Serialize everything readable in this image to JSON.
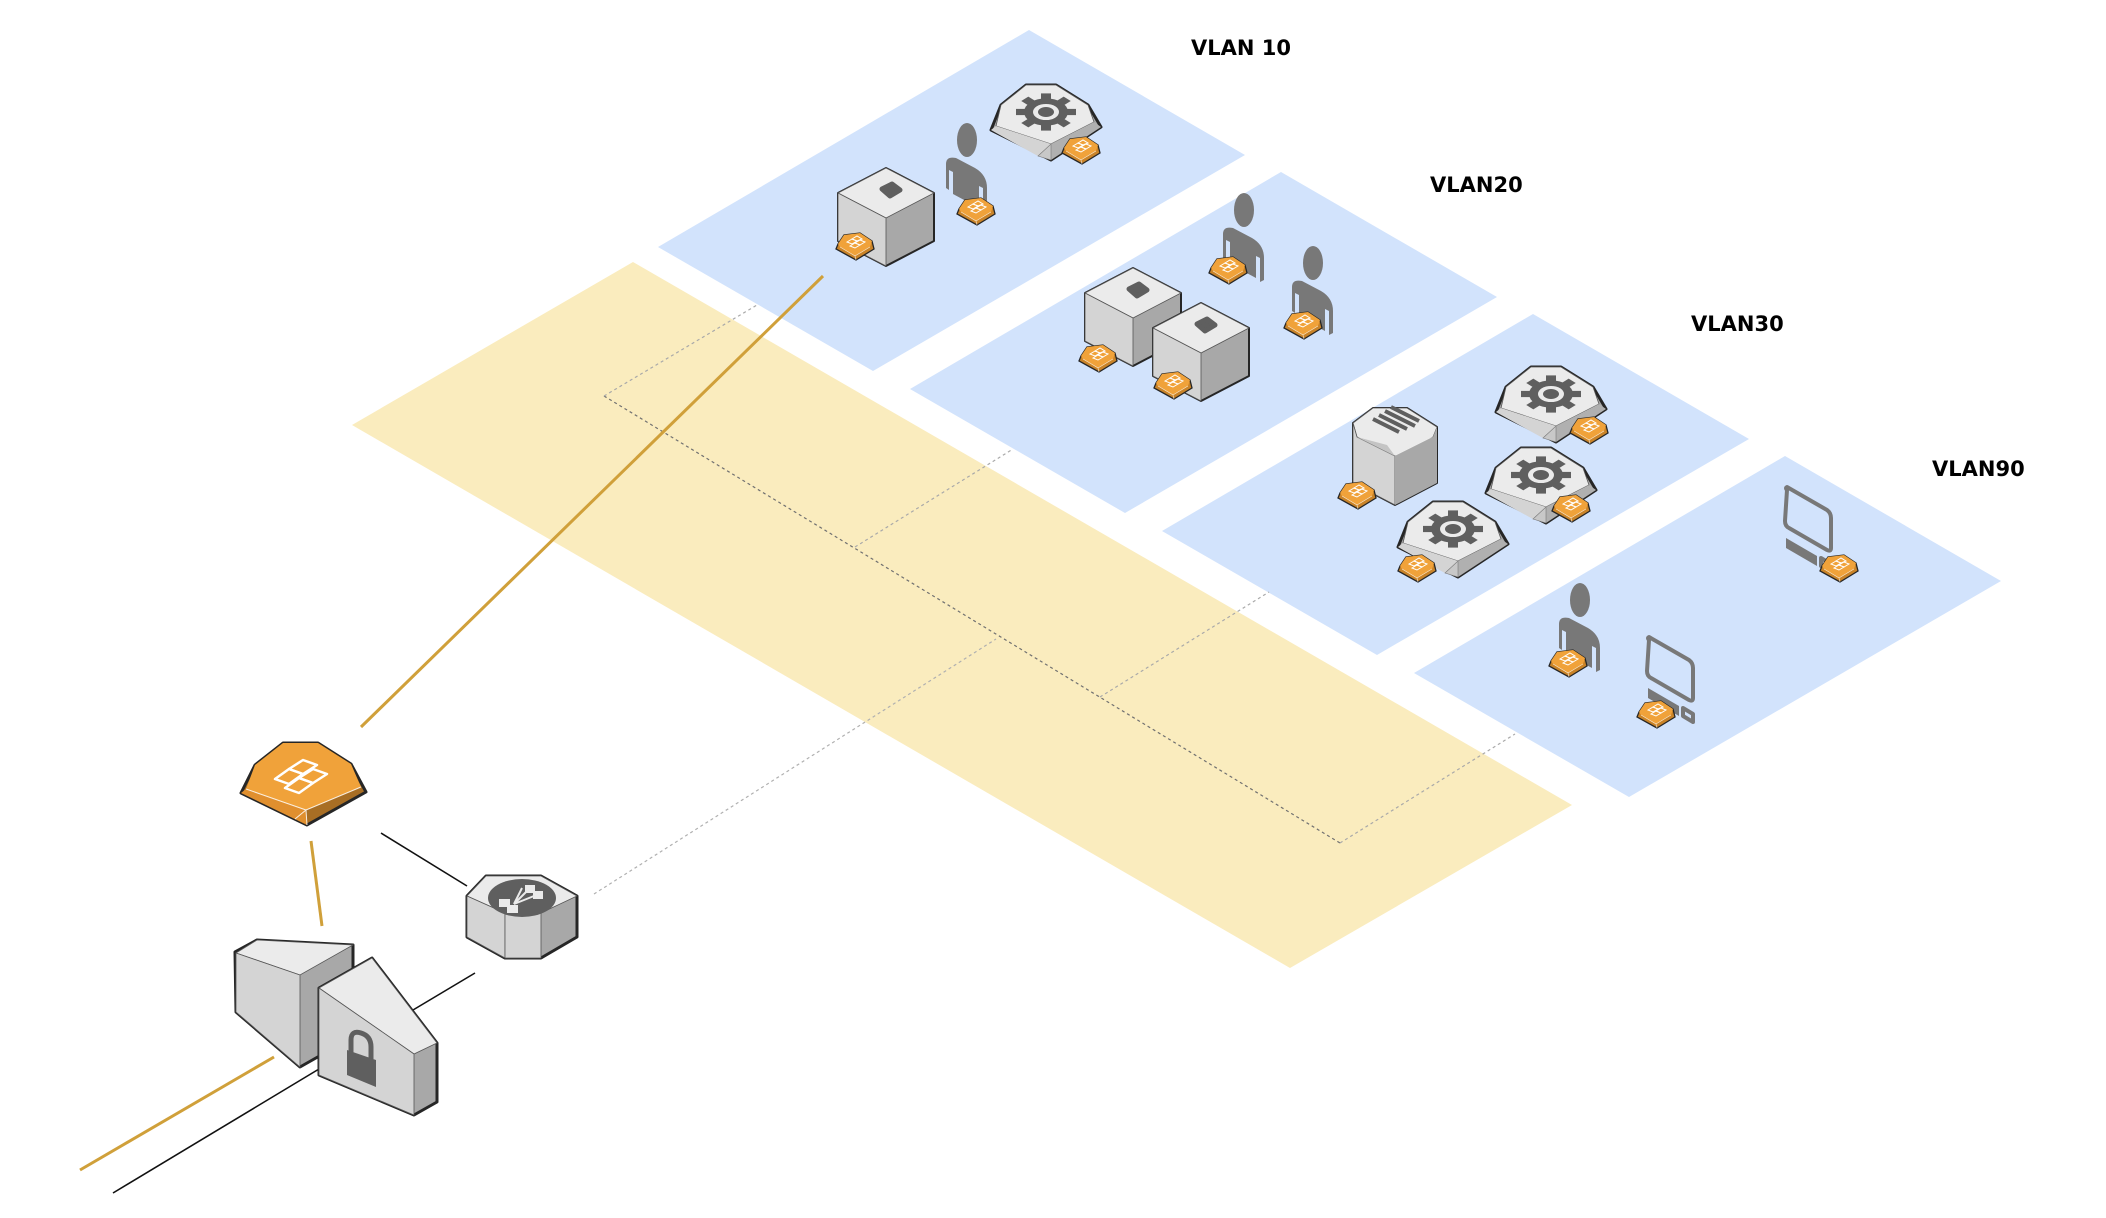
{
  "diagram": {
    "type": "isometric-network-diagram",
    "colors": {
      "vlan_zone": "#d2e3fc",
      "trunk_zone": "#faecbe",
      "firewall_orange": "#f0a23a",
      "firewall_dark": "#c98328",
      "gold_link": "#d0a03a",
      "device_light": "#ebebeb",
      "device_mid": "#d4d4d4",
      "device_dark": "#a8a8a8",
      "glyph": "#5f5f5f",
      "person": "#787878",
      "outline": "#262626",
      "dashed_link": "#a9a9a9"
    },
    "trunk_zone": {
      "name": "trunk-zone"
    },
    "edge": {
      "firewall": {
        "type": "firewall",
        "icon": "firewall-icon"
      },
      "router": {
        "type": "router",
        "icon": "router-icon"
      },
      "vpn_gateway": {
        "type": "vpn-gateway",
        "icon": "lock-icon"
      }
    },
    "vlans": [
      {
        "label": "VLAN 10",
        "devices": [
          {
            "type": "server",
            "firewall": true
          },
          {
            "type": "user",
            "firewall": true
          },
          {
            "type": "appliance",
            "icon": "gear-icon",
            "firewall": true
          }
        ]
      },
      {
        "label": "VLAN20",
        "devices": [
          {
            "type": "user",
            "firewall": true
          },
          {
            "type": "user",
            "firewall": true
          },
          {
            "type": "server",
            "firewall": true
          },
          {
            "type": "server",
            "firewall": true
          }
        ]
      },
      {
        "label": "VLAN30",
        "devices": [
          {
            "type": "database",
            "icon": "list-icon",
            "firewall": true
          },
          {
            "type": "appliance",
            "icon": "gear-icon",
            "firewall": true
          },
          {
            "type": "appliance",
            "icon": "gear-icon",
            "firewall": true
          },
          {
            "type": "appliance",
            "icon": "gear-icon",
            "firewall": true
          }
        ]
      },
      {
        "label": "VLAN90",
        "devices": [
          {
            "type": "user",
            "firewall": true
          },
          {
            "type": "workstation",
            "firewall": true
          },
          {
            "type": "workstation",
            "firewall": true
          }
        ]
      }
    ],
    "links": [
      {
        "from": "internet",
        "to": "vpn_gateway",
        "style": "gold"
      },
      {
        "from": "internet",
        "to": "vpn_gateway",
        "style": "black"
      },
      {
        "from": "vpn_gateway",
        "to": "firewall",
        "style": "gold"
      },
      {
        "from": "vpn_gateway",
        "to": "router",
        "style": "black"
      },
      {
        "from": "firewall",
        "to": "router",
        "style": "black"
      },
      {
        "from": "firewall",
        "to": "VLAN 10 server",
        "style": "gold"
      },
      {
        "from": "router",
        "to": "trunk",
        "style": "dashed"
      }
    ]
  }
}
